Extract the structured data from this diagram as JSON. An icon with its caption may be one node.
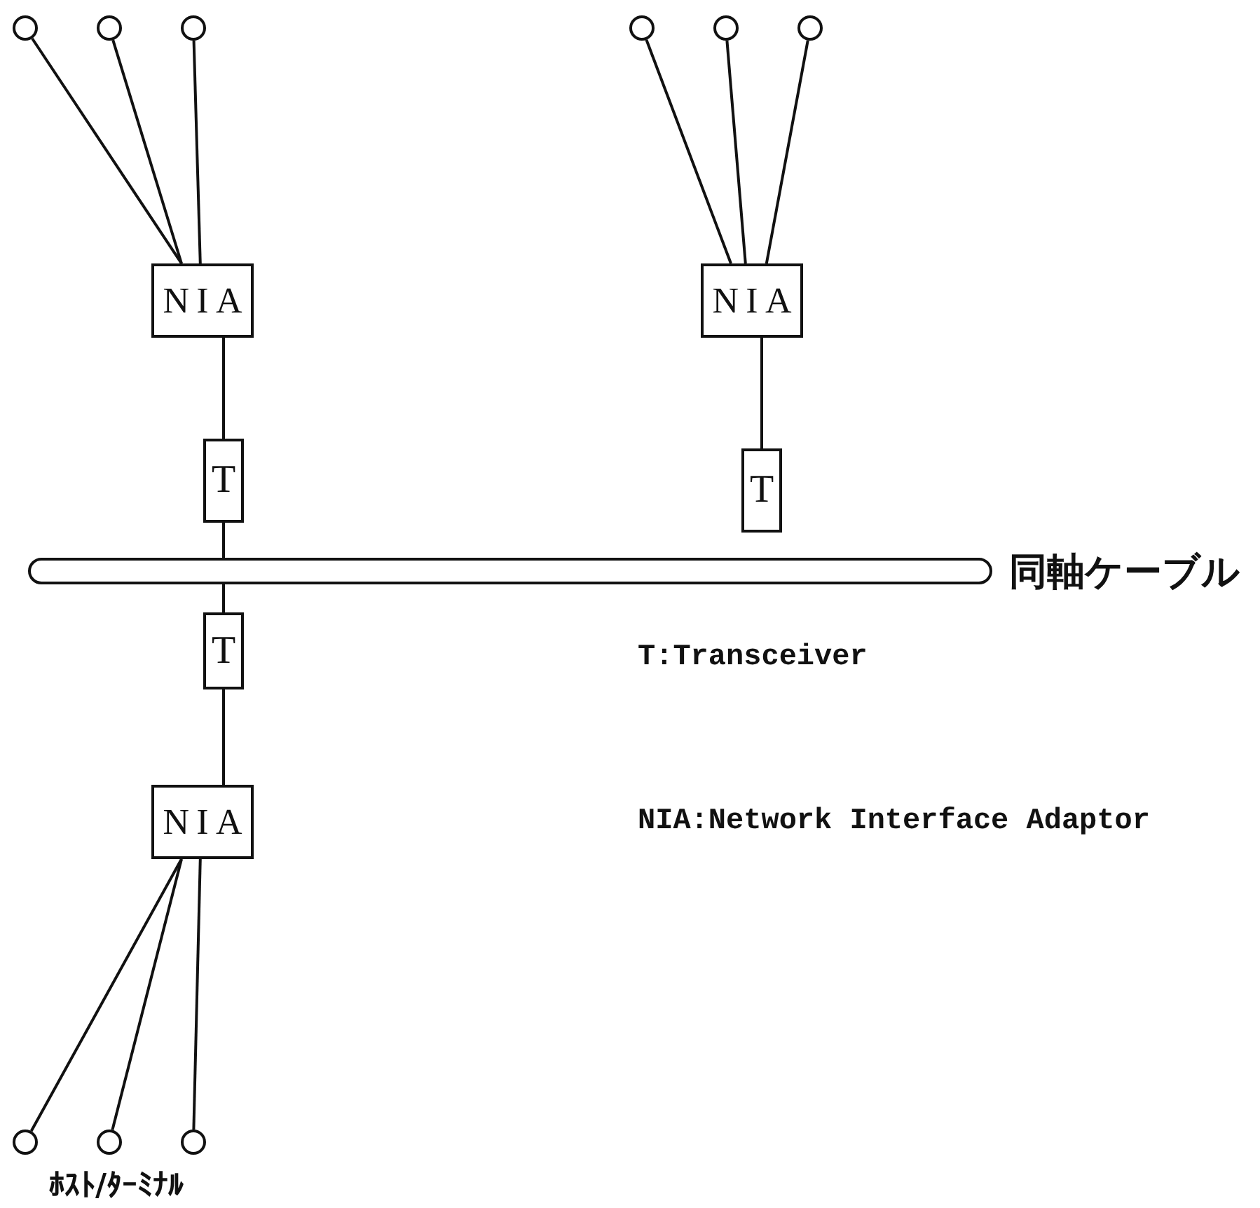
{
  "diagram": {
    "nodes": [
      {
        "text": [],
        "shape": "circle"
      },
      {
        "text": [],
        "shape": "circle"
      },
      {
        "text": [],
        "shape": "circle"
      },
      {
        "text": [],
        "shape": "circle"
      },
      {
        "text": [],
        "shape": "circle"
      },
      {
        "text": [],
        "shape": "circle"
      },
      {
        "text": [
          "NIA"
        ]
      },
      {
        "text": [
          "NIA"
        ]
      },
      {
        "text": [
          "T"
        ]
      },
      {
        "text": [
          "T"
        ]
      },
      {
        "text": [],
        "shape": "bar",
        "beside": [
          "同軸ケーブル"
        ]
      },
      {
        "text": [
          "T"
        ]
      },
      {
        "text": [
          "NIA"
        ]
      },
      {
        "text": [],
        "shape": "circle"
      },
      {
        "text": [],
        "shape": "circle"
      },
      {
        "text": [],
        "shape": "circle"
      }
    ],
    "edges": [
      {
        "from": 0,
        "to": 6,
        "arrow": "none"
      },
      {
        "from": 1,
        "to": 6,
        "arrow": "none"
      },
      {
        "from": 2,
        "to": 6,
        "arrow": "none"
      },
      {
        "from": 3,
        "to": 7,
        "arrow": "none"
      },
      {
        "from": 4,
        "to": 7,
        "arrow": "none"
      },
      {
        "from": 5,
        "to": 7,
        "arrow": "none"
      },
      {
        "from": 6,
        "to": 8,
        "arrow": "none"
      },
      {
        "from": 7,
        "to": 9,
        "arrow": "none"
      },
      {
        "from": 8,
        "to": 10,
        "arrow": "none"
      },
      {
        "from": 10,
        "to": 11,
        "arrow": "none"
      },
      {
        "from": 11,
        "to": 12,
        "arrow": "none"
      },
      {
        "from": 12,
        "to": 13,
        "arrow": "none"
      },
      {
        "from": 12,
        "to": 14,
        "arrow": "none"
      },
      {
        "from": 12,
        "to": 15,
        "arrow": "none"
      }
    ],
    "labels": [
      "T:Transceiver",
      "NIA:Network Interface Adaptor",
      "ﾎｽﾄ/ﾀｰﾐﾅﾙ"
    ]
  }
}
